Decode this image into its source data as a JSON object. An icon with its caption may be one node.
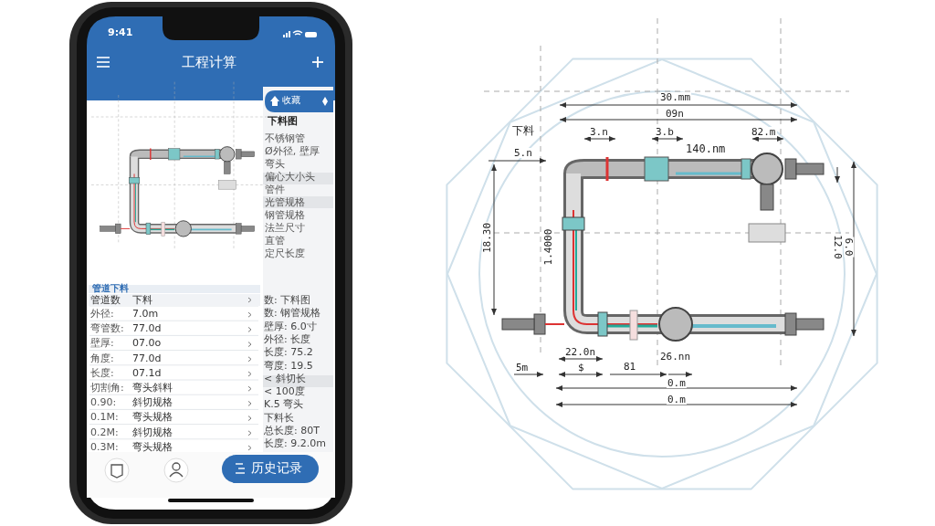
{
  "diagram": {
    "labels": [
      "9:41",
      "工程计算",
      "收藏",
      "下料图",
      "不锈钢管",
      "Ø外径, 壁厚",
      "弯头",
      "偏心大小头",
      "管件",
      "光管规格",
      "钢管规格",
      "法兰尺寸",
      "直管",
      "定尺长度",
      "管道下料",
      "管道数",
      "下料",
      "外径:",
      "7.0m",
      "弯管数:",
      "77.0d",
      "壁厚:",
      "07.0o",
      "角度:",
      "77.0d",
      "长度:",
      "07.1d",
      "切割角:",
      "弯头斜料",
      "0.90:",
      "斜切规格",
      "0.1M:",
      "弯头规格",
      "0.2M:",
      "斜切规格",
      "0.3M:",
      "弯头规格",
      "数: 下料图",
      "数: 钢管规格",
      "壁厚: 6.0寸",
      "外径: 长度",
      "长度: 75.2",
      "弯度: 19.5",
      "< 斜切长",
      "< 100度",
      "K.5 弯头",
      "下料长",
      "总长度: 80T",
      "长度: 9.2.0m",
      "历史记录",
      "30.mm",
      "09n",
      "下料",
      "5.n",
      "3.n",
      "3.b",
      "140.nm",
      "82.m",
      "18.30",
      "1.4000",
      "12.0",
      "6.0",
      "5m",
      "22.0n",
      "$",
      "81",
      "26.nn",
      "0.m",
      "0.m"
    ]
  }
}
